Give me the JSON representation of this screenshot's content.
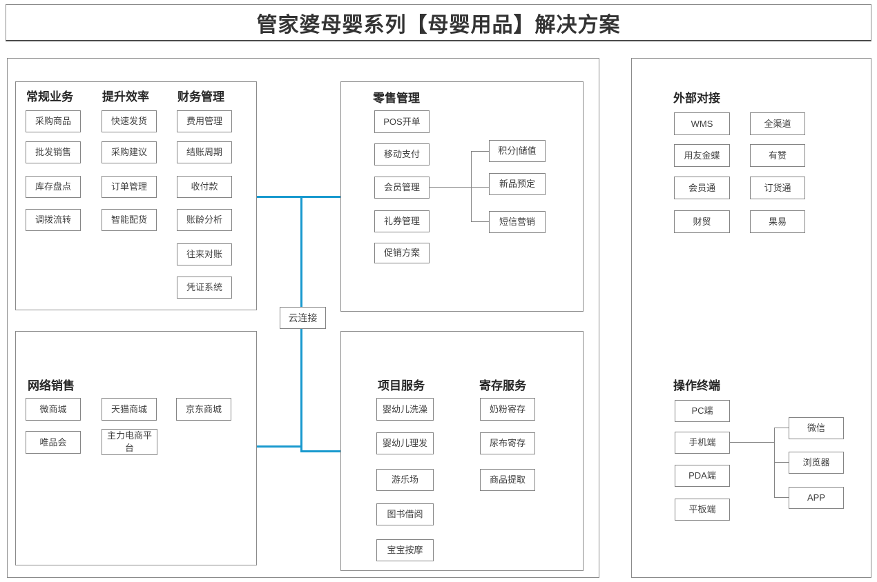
{
  "title": "管家婆母婴系列【母婴用品】解决方案",
  "colors": {
    "connector_blue": "#1899ce",
    "border_gray": "#848484"
  },
  "cloud": {
    "label": "云连接"
  },
  "groups": {
    "regular": {
      "header": "常规业务",
      "items": [
        "采购商品",
        "批发销售",
        "库存盘点",
        "调拨流转"
      ]
    },
    "efficiency": {
      "header": "提升效率",
      "items": [
        "快速发货",
        "采购建议",
        "订单管理",
        "智能配货"
      ]
    },
    "finance": {
      "header": "财务管理",
      "items": [
        "费用管理",
        "结账周期",
        "收付款",
        "账龄分析",
        "往来对账",
        "凭证系统"
      ]
    },
    "retail": {
      "header": "零售管理",
      "items": [
        "POS开单",
        "移动支付",
        "会员管理",
        "礼券管理",
        "促销方案"
      ],
      "member_subitems": [
        "积分|储值",
        "新品预定",
        "短信营销"
      ]
    },
    "online": {
      "header": "网络销售",
      "items": [
        "微商城",
        "天猫商城",
        "京东商城",
        "唯品会",
        "主力电商平台"
      ]
    },
    "project": {
      "header": "项目服务",
      "items": [
        "婴幼儿洗澡",
        "婴幼儿理发",
        "游乐场",
        "图书借阅",
        "宝宝按摩"
      ]
    },
    "deposit": {
      "header": "寄存服务",
      "items": [
        "奶粉寄存",
        "尿布寄存",
        "商品提取"
      ]
    },
    "external": {
      "header": "外部对接",
      "col1": [
        "WMS",
        "用友金蝶",
        "会员通",
        "财贸"
      ],
      "col2": [
        "全渠道",
        "有赞",
        "订货通",
        "果易"
      ]
    },
    "terminal": {
      "header": "操作终端",
      "items": [
        "PC端",
        "手机端",
        "PDA端",
        "平板端"
      ],
      "phone_subitems": [
        "微信",
        "浏览器",
        "APP"
      ]
    }
  }
}
